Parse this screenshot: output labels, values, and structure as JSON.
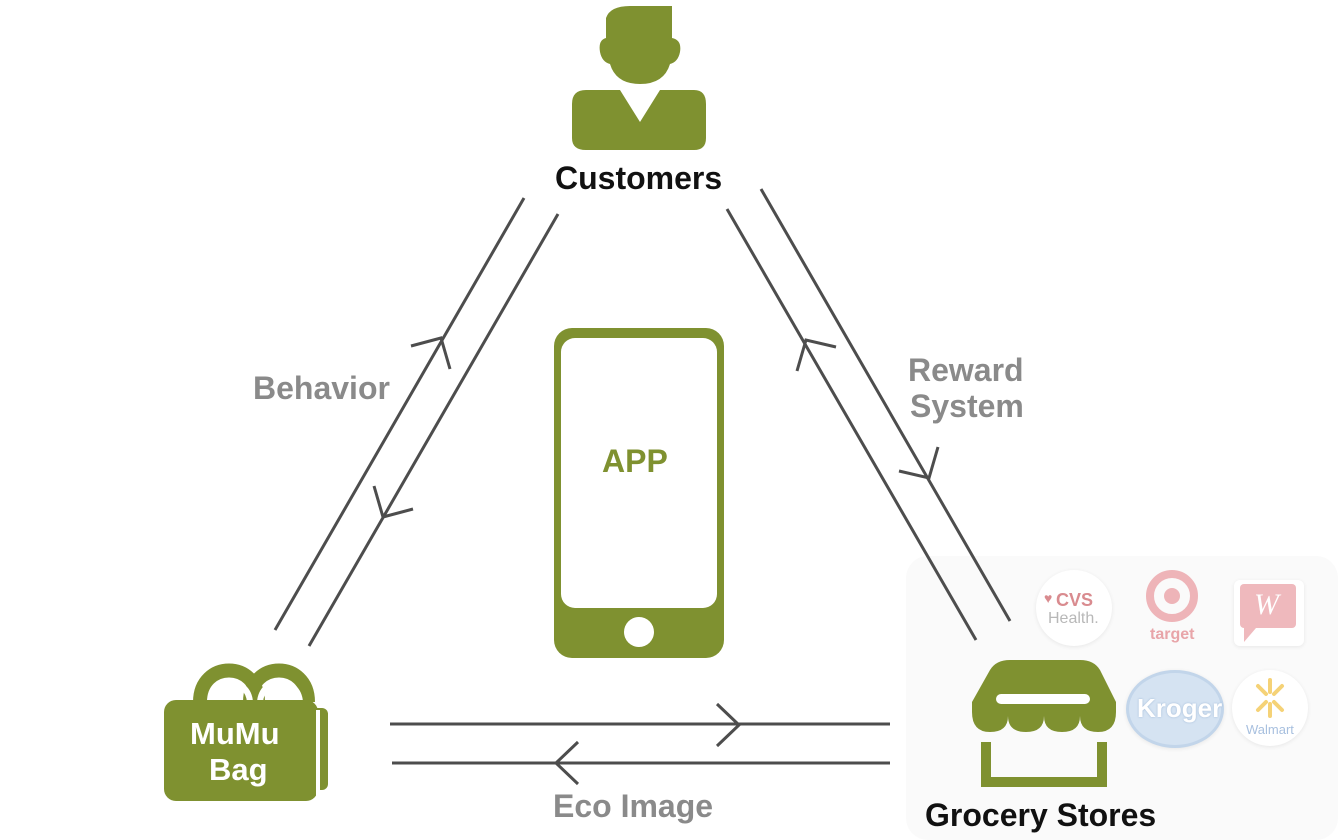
{
  "nodes": {
    "customers": {
      "label": "Customers"
    },
    "mumu_bag": {
      "line1": "MuMu",
      "line2": "Bag"
    },
    "grocery_stores": {
      "label": "Grocery Stores"
    },
    "app": {
      "label": "APP"
    }
  },
  "edges": {
    "behavior": {
      "label": "Behavior"
    },
    "reward": {
      "line1": "Reward",
      "line2": "System"
    },
    "eco": {
      "label": "Eco Image"
    }
  },
  "store_logos": {
    "cvs": {
      "line1": "CVS",
      "line2": "Health."
    },
    "target": {
      "label": "target"
    },
    "kroger": {
      "label": "Kroger"
    },
    "walmart": {
      "label": "Walmart"
    },
    "walgreens": {
      "label": "W"
    }
  },
  "colors": {
    "accent": "#7f9130",
    "arrow": "#4d4d4d",
    "edge_label": "#8a8a8a",
    "title": "#111111"
  }
}
